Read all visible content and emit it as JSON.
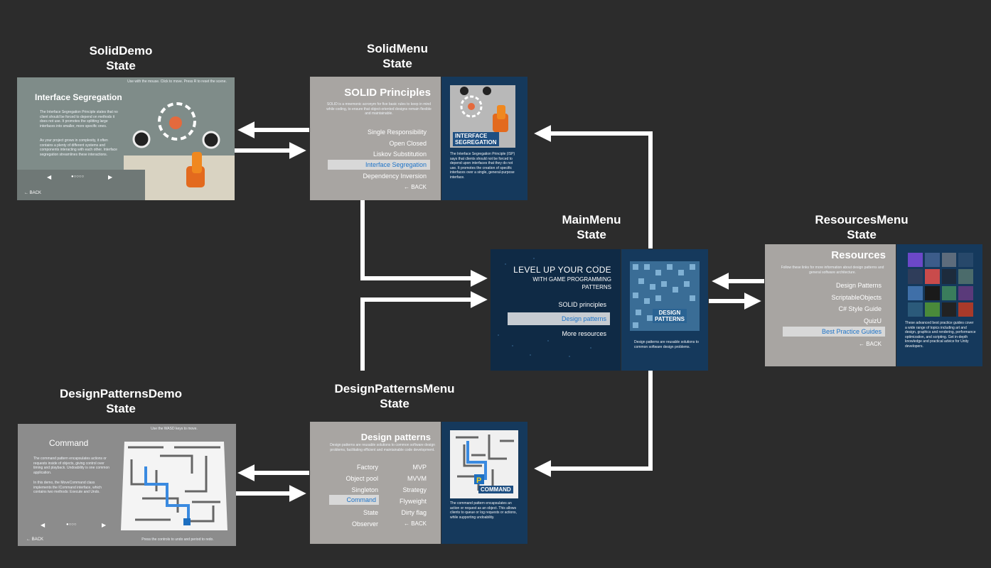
{
  "colors": {
    "background": "#2c2c2c",
    "grey_panel": "#a8a5a2",
    "navy_panel": "#15395c",
    "highlight": "#1e74c8",
    "arrow": "#ffffff"
  },
  "labels": {
    "solid_demo": [
      "SolidDemo",
      "State"
    ],
    "solid_menu": [
      "SolidMenu",
      "State"
    ],
    "main_menu": [
      "MainMenu",
      "State"
    ],
    "resources_menu": [
      "ResourcesMenu",
      "State"
    ],
    "dp_demo": [
      "DesignPatternsDemo",
      "State"
    ],
    "dp_menu": [
      "DesignPatternsMenu",
      "State"
    ]
  },
  "solid_demo": {
    "hint": "Use with the mouse. Click to move. Press R to reset the scene.",
    "title": "Interface Segregation",
    "body": "The Interface Segregation Principle states that no client should be forced to depend on methods it does not use. It promotes the splitting large interfaces into smaller, more specific ones.",
    "body2": "As your project grows in complexity, it often contains a plenty of different systems and components interacting with each other. Interface segregation streamlines these interactions.",
    "back": "← BACK",
    "pager": "●○○○○"
  },
  "solid_menu": {
    "title": "SOLID Principles",
    "intro": "SOLID is a mnemonic acronym for five basic rules to keep in mind while coding, to ensure that object-oriented designs remain flexible and maintainable.",
    "items": [
      "Single Responsibility",
      "Open Closed",
      "Liskov Substitution",
      "Interface Segregation",
      "Dependency Inversion"
    ],
    "back": "← BACK",
    "caption": [
      "INTERFACE",
      "SEGREGATION"
    ],
    "desc": "The Interface Segregation Principle (ISP) says that clients should not be forced to depend upon interfaces that they do not use. It promotes the creation of specific interfaces over a single, general-purpose interface."
  },
  "main_menu": {
    "title": "LEVEL UP YOUR CODE",
    "subtitle": "WITH GAME PROGRAMMING",
    "subtitle2": "PATTERNS",
    "items": [
      "SOLID principles",
      "Design patterns",
      "More resources"
    ],
    "caption": [
      "DESIGN",
      "PATTERNS"
    ],
    "desc": "Design patterns are reusable solutions to common software design problems."
  },
  "resources_menu": {
    "title": "Resources",
    "intro": "Follow these links for more information about design patterns and general software architecture.",
    "items": [
      "Design Patterns",
      "ScriptableObjects",
      "C# Style Guide",
      "QuizU",
      "Best Practice Guides"
    ],
    "back": "← BACK",
    "desc": "These advanced best practice guides cover a wide range of topics including art and design, graphics and rendering, performance optimization, and scripting. Get in-depth knowledge and practical advice for Unity developers."
  },
  "dp_demo": {
    "hint": "Use the WASD keys to move.",
    "title": "Command",
    "body": "The command pattern encapsulates actions or requests inside of objects, giving control over timing and playback. Undoability is one common application.",
    "body2": "In this demo, the MoveCommand class implements the ICommand interface, which contains two methods: Execute and Undo.",
    "footer": "Press the controls to undo and period to redo.",
    "back": "← BACK",
    "pager": "●○○○"
  },
  "dp_menu": {
    "title": "Design patterns",
    "intro": "Design patterns are reusable solutions to common software design problems, facilitating efficient and maintainable code development.",
    "left_items": [
      "Factory",
      "Object pool",
      "Singleton",
      "Command",
      "State",
      "Observer"
    ],
    "right_items": [
      "MVP",
      "MVVM",
      "Strategy",
      "Flyweight",
      "Dirty flag",
      "← BACK"
    ],
    "caption": "COMMAND",
    "marker": "P",
    "desc": "The command pattern encapsulates an action or request as an object. This allows clients to queue or log requests or actions, while supporting undoability."
  }
}
